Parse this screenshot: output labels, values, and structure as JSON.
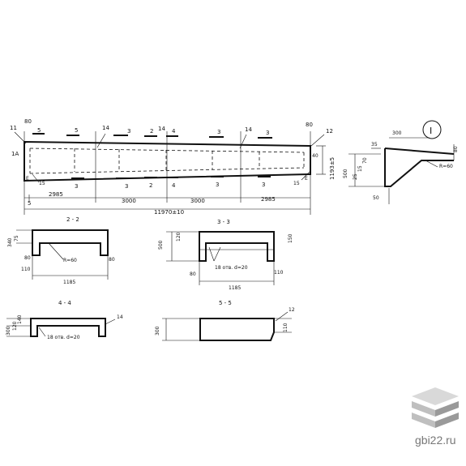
{
  "plan": {
    "end_left": "80",
    "end_right": "80",
    "callout_11": "11",
    "callout_12": "12",
    "section_5": "5",
    "section_3": "3",
    "section_2": "2",
    "section_4": "4",
    "callout_14": "14",
    "mark_15": "15",
    "mark_1a": "1A",
    "mark_e": "Е",
    "height_label": "1193±5",
    "dim_2985_left": "2985",
    "dim_3000_a": "3000",
    "dim_3000_b": "3000",
    "dim_2985_right": "2985",
    "dim_total": "11970±10",
    "dim_5": "5",
    "right_small": "40"
  },
  "detail_1": {
    "label": "I",
    "dim_300": "300",
    "dim_35": "35",
    "dim_80": "80",
    "dim_500": "500",
    "dim_left_a": "70",
    "dim_left_b": "15",
    "dim_left_c": "25",
    "radius": "R=60",
    "dim_50": "50"
  },
  "section_22": {
    "title": "2 - 2",
    "dim_340": "340",
    "dim_75": "75",
    "dim_80_left": "80",
    "dim_110": "110",
    "radius": "R=60",
    "dim_80_right": "80",
    "width": "1185"
  },
  "section_33": {
    "title": "3 - 3",
    "dim_500": "500",
    "dim_120": "120",
    "dim_150": "150",
    "holes": "18 отв. d=20",
    "dim_80": "80",
    "dim_110": "110",
    "width": "1185"
  },
  "section_44": {
    "title": "4 - 4",
    "dim_300": "300",
    "dim_120": "120",
    "dim_140": "140",
    "holes": "18 отв. d=20",
    "callout_14": "14"
  },
  "section_55": {
    "title": "5 - 5",
    "dim_300": "300",
    "dim_110": "110",
    "callout_12": "12"
  },
  "watermark": {
    "text": "gbi22.ru",
    "colors": {
      "top": "#d9d9d9",
      "mid": "#bfbfbf",
      "bottom": "#9a9a9a"
    }
  }
}
